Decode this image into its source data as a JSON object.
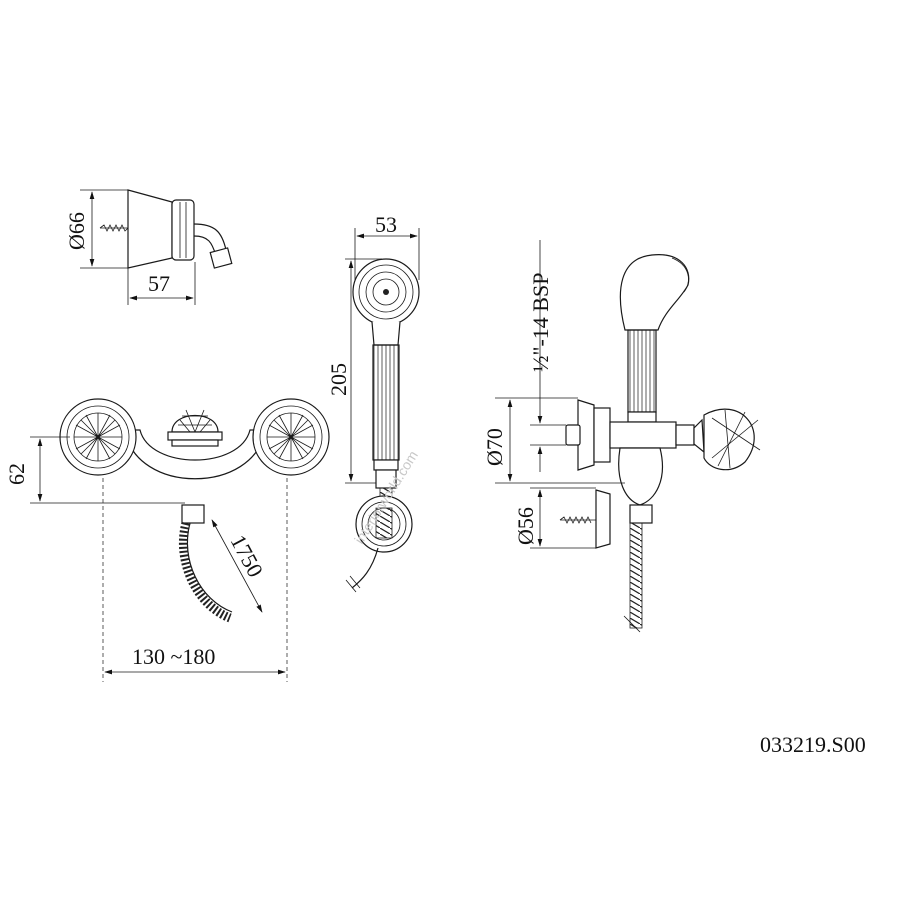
{
  "dimensions": {
    "holder_diameter": "Ø66",
    "holder_depth": "57",
    "handshower_width": "53",
    "handshower_length": "205",
    "mixer_height": "62",
    "hose_length": "1750",
    "center_distance": "130 ~180",
    "flange_diameter": "Ø70",
    "holder_flange_diameter": "Ø56",
    "thread": "½\"-14 BSP"
  },
  "product_code": "033219.S00",
  "watermark": "interiorworld.com",
  "colors": {
    "line": "#1a1a1a",
    "background": "#ffffff"
  }
}
